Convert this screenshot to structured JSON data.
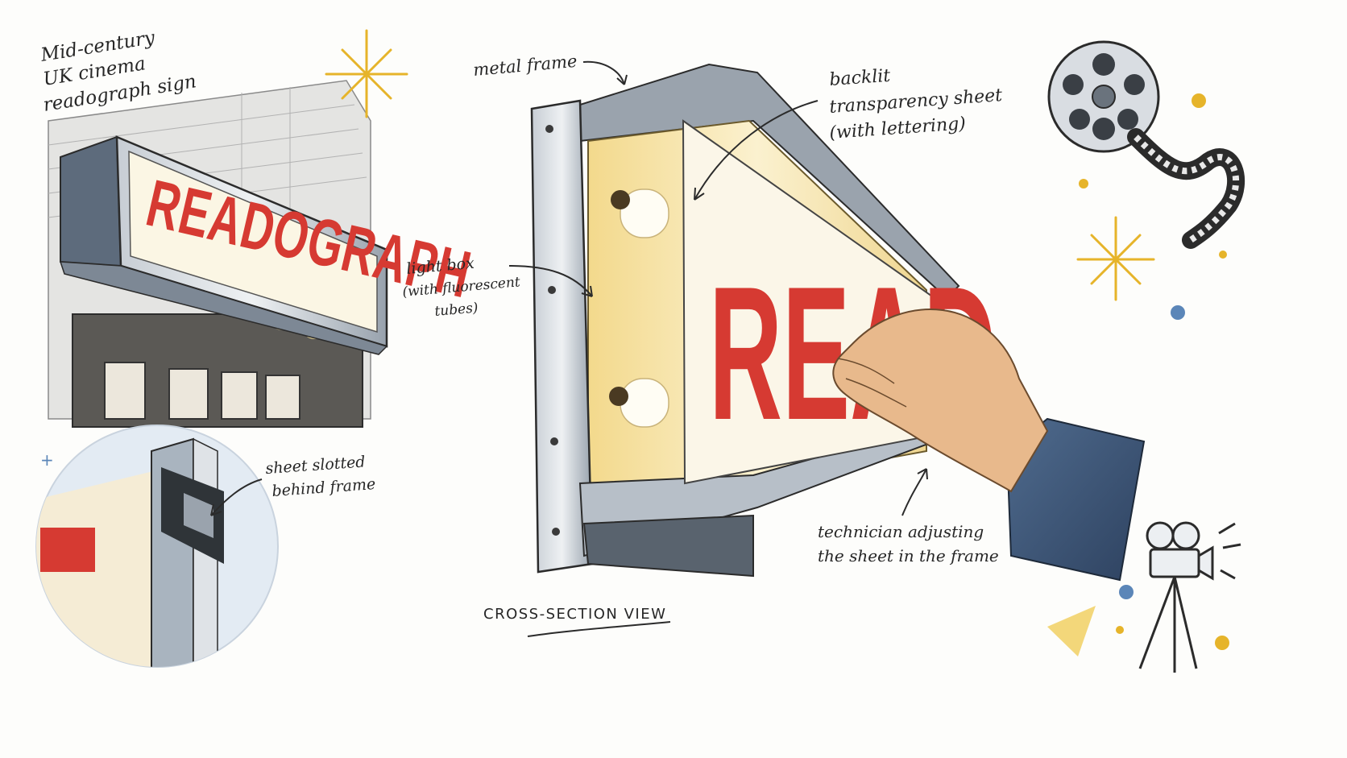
{
  "title_note": [
    "Mid-century",
    "UK cinema",
    "readograph sign"
  ],
  "marquee_word": "READOGRAPH",
  "cross_section_word": "READ",
  "labels": {
    "metal_frame": "metal frame",
    "backlit_sheet": [
      "backlit",
      "transparency sheet",
      "(with lettering)"
    ],
    "light_box": [
      "light box",
      "(with fluorescent",
      "tubes)"
    ],
    "sheet_slotted": [
      "sheet slotted",
      "behind frame"
    ],
    "technician": [
      "technician adjusting",
      "the sheet in the frame"
    ],
    "cross_section": "CROSS-SECTION VIEW"
  },
  "colors": {
    "ink": "#262626",
    "sign_red": "#d63a32",
    "frame_metal": "#9aa3ad",
    "glow": "#f6e7b4",
    "accent_gold": "#e6b42a",
    "accent_blue": "#5b86b8",
    "sleeve": "#3e5878",
    "skin": "#e8b98c"
  },
  "icons": [
    "film-reel-icon",
    "film-camera-icon",
    "sparkle-star-icon"
  ]
}
